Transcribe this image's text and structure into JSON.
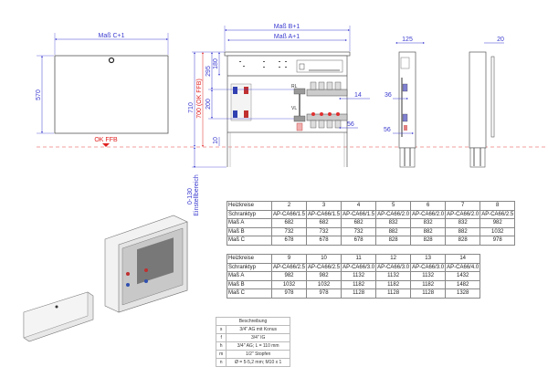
{
  "drawing": {
    "front_cover": {
      "width_label": "Maß C+1",
      "height_label": "570",
      "floor_label": "OK FFB"
    },
    "cabinet_front": {
      "width_b_label": "Maß B+1",
      "width_a_label": "Maß A+1",
      "dim_710": "710",
      "dim_700": "700 (OK FFB)",
      "dim_295": "295",
      "dim_180": "180",
      "dim_200": "200",
      "dim_10": "10",
      "dim_14": "14",
      "dim_56": "56",
      "adjust_range": "0-130",
      "adjust_label": "Einstellbereich",
      "rl_label": "RL",
      "vl_label": "VL"
    },
    "side_view": {
      "depth_label": "125",
      "dim_36": "36",
      "dim_56": "56"
    },
    "door_side": {
      "depth_label": "20"
    },
    "accent_color": "#3a3ad0",
    "floor_color": "#e02020"
  },
  "table1": {
    "rows": [
      {
        "label": "Heizkreise",
        "values": [
          "2",
          "3",
          "4",
          "5",
          "6",
          "7",
          "8"
        ]
      },
      {
        "label": "Schranktyp",
        "values": [
          "AP-CA66/1.5",
          "AP-CA66/1.5",
          "AP-CA66/1.5",
          "AP-CA66/2.0",
          "AP-CA66/2.0",
          "AP-CA66/2.0",
          "AP-CA66/2.5"
        ]
      },
      {
        "label": "Maß A",
        "values": [
          "682",
          "682",
          "682",
          "832",
          "832",
          "832",
          "982"
        ]
      },
      {
        "label": "Maß B",
        "values": [
          "732",
          "732",
          "732",
          "882",
          "882",
          "882",
          "1032"
        ]
      },
      {
        "label": "Maß C",
        "values": [
          "678",
          "678",
          "678",
          "828",
          "828",
          "828",
          "978"
        ]
      }
    ]
  },
  "table2": {
    "rows": [
      {
        "label": "Heizkreise",
        "values": [
          "9",
          "10",
          "11",
          "12",
          "13",
          "14"
        ]
      },
      {
        "label": "Schranktyp",
        "values": [
          "AP-CA66/2.5",
          "AP-CA66/2.5",
          "AP-CA66/3.0",
          "AP-CA66/3.0",
          "AP-CA66/3.0",
          "AP-CA66/4.0"
        ]
      },
      {
        "label": "Maß A",
        "values": [
          "982",
          "982",
          "1132",
          "1132",
          "1132",
          "1432"
        ]
      },
      {
        "label": "Maß B",
        "values": [
          "1032",
          "1032",
          "1182",
          "1182",
          "1182",
          "1482"
        ]
      },
      {
        "label": "Maß C",
        "values": [
          "978",
          "978",
          "1128",
          "1128",
          "1128",
          "1328"
        ]
      }
    ]
  },
  "legend": {
    "title": "Beschreibung",
    "items": [
      {
        "key": "s",
        "text": "3/4\" AG mit Konus"
      },
      {
        "key": "f",
        "text": "3/4\" IG"
      },
      {
        "key": "h",
        "text": "3/4\" AG; L = 110 mm"
      },
      {
        "key": "m",
        "text": "1/2\" Stopfen"
      },
      {
        "key": "n",
        "text": "Ø = 5-5,2 mm; M10 x 1"
      }
    ]
  }
}
